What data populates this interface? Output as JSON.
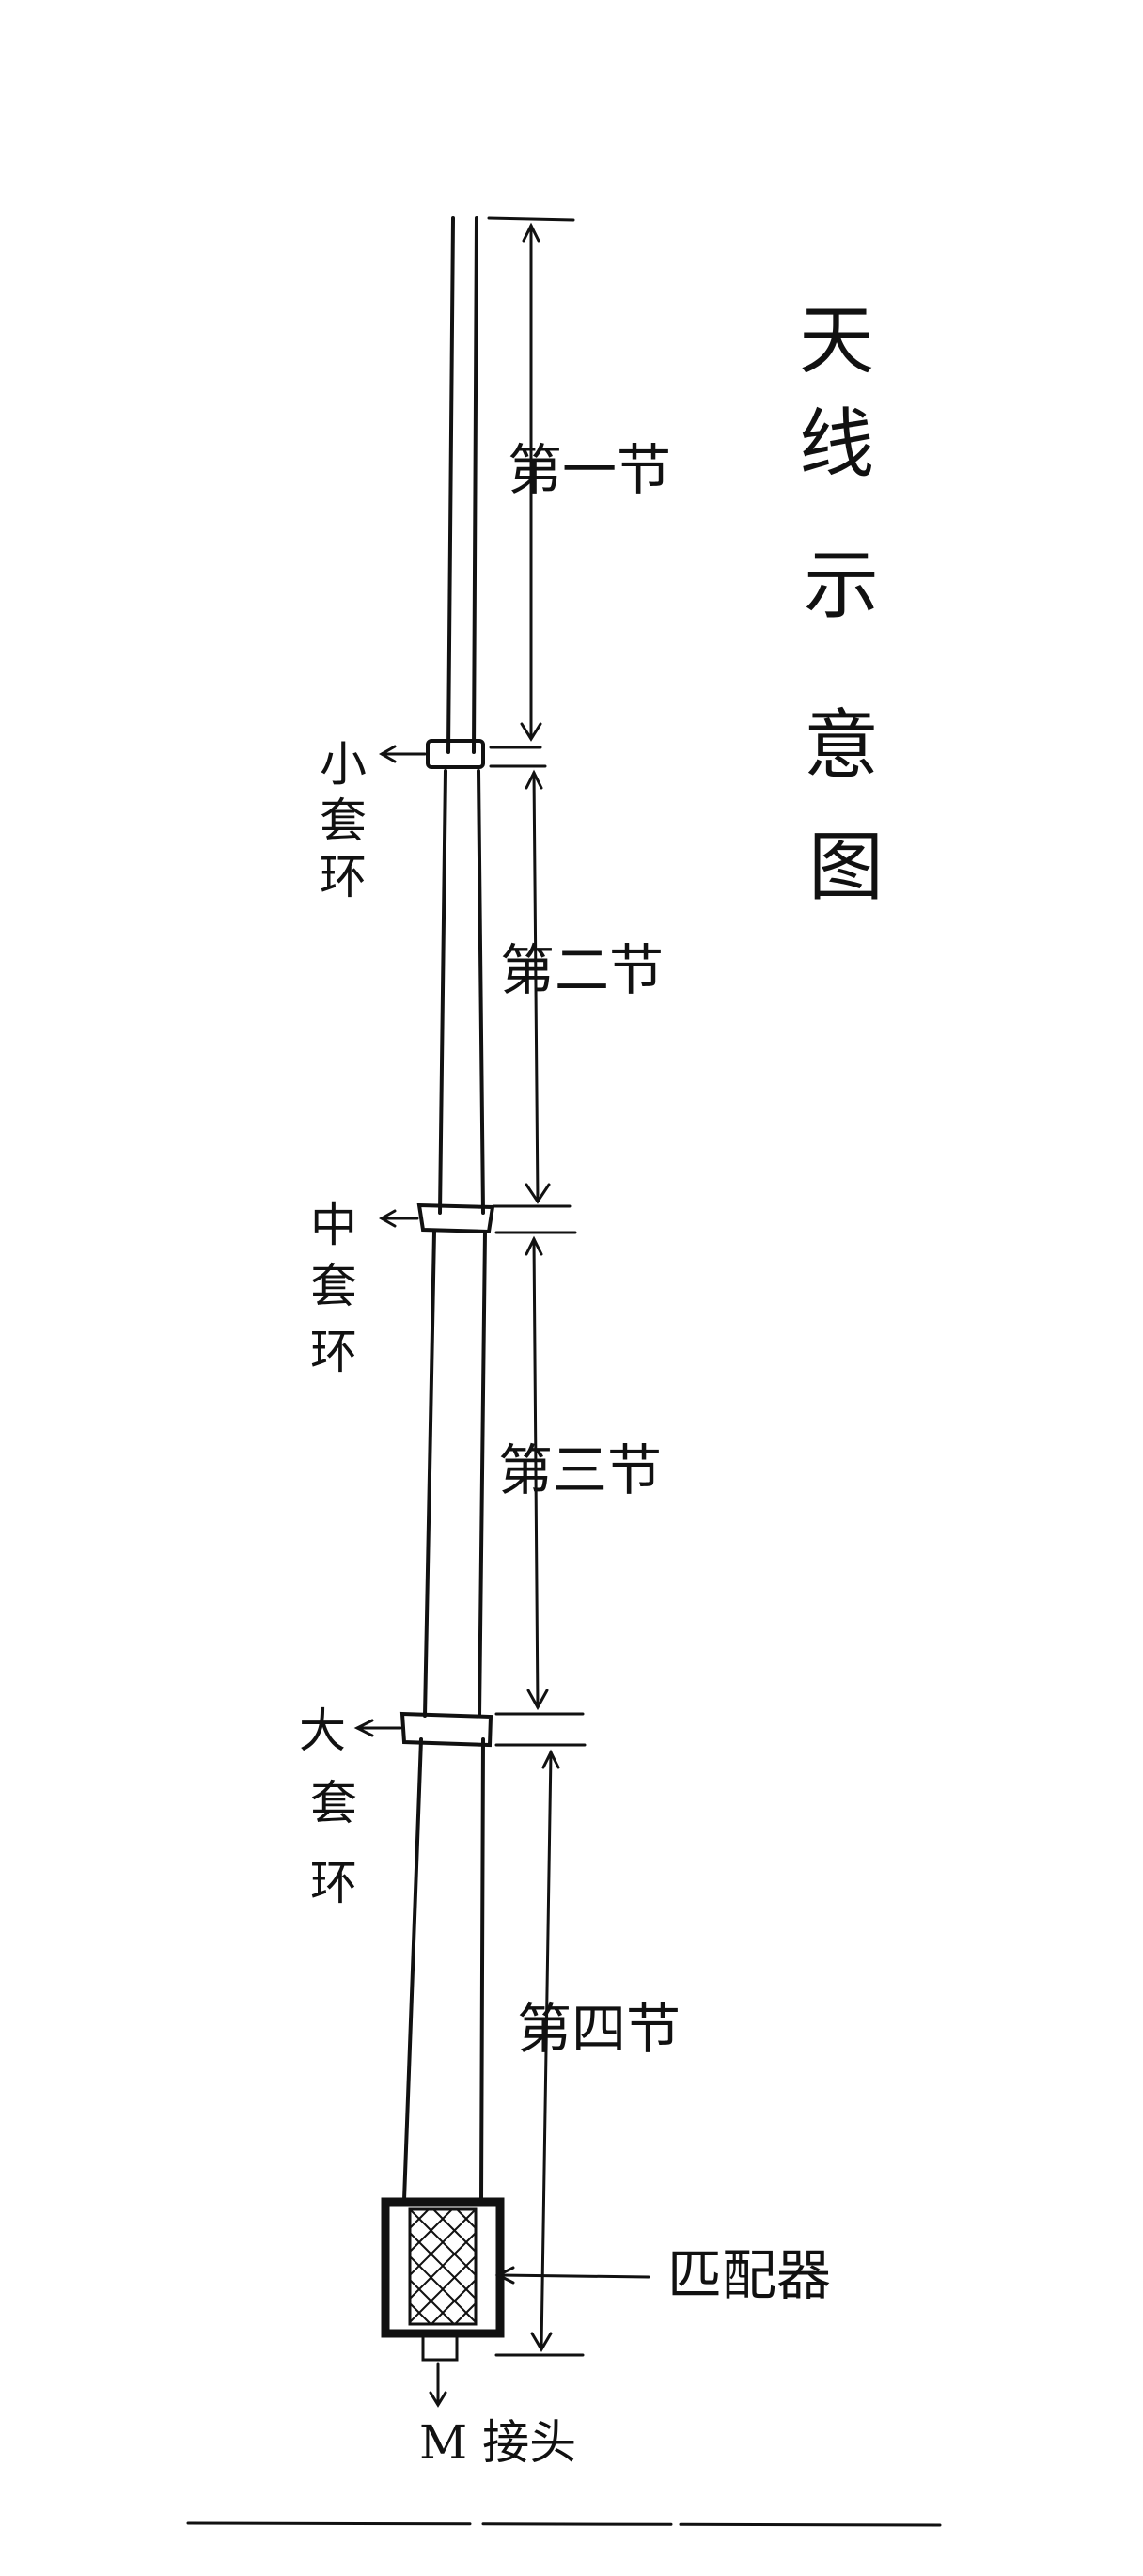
{
  "title": [
    "天",
    "线",
    "示",
    "意",
    "图"
  ],
  "sections": [
    {
      "id": "s1",
      "label": "第一节"
    },
    {
      "id": "s2",
      "label": "第二节"
    },
    {
      "id": "s3",
      "label": "第三节"
    },
    {
      "id": "s4",
      "label": "第四节"
    }
  ],
  "rings": [
    {
      "id": "small",
      "label": [
        "小",
        "套",
        "环"
      ]
    },
    {
      "id": "middle",
      "label": [
        "中",
        "套",
        "环"
      ]
    },
    {
      "id": "large",
      "label": [
        "大",
        "套",
        "环"
      ]
    }
  ],
  "matcher_label": "匹配器",
  "connector_label": "M 接头",
  "ink_color": "#111111"
}
